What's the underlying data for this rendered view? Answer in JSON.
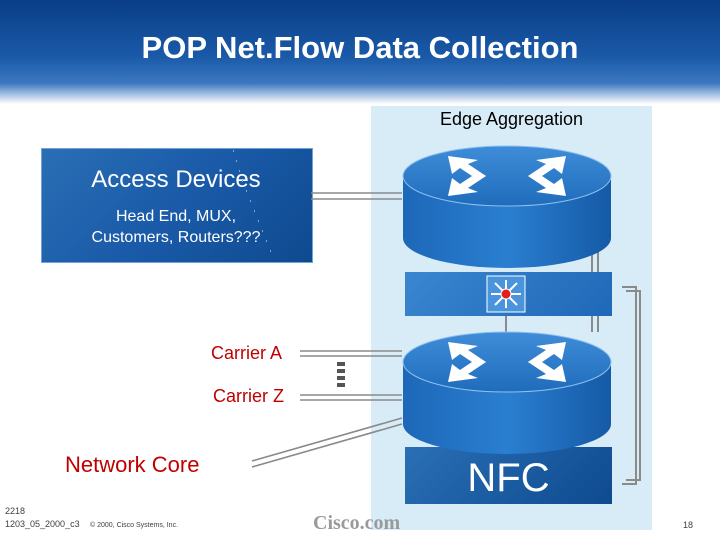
{
  "title": "POP Net.Flow Data Collection",
  "edge_aggregation": "Edge Aggregation",
  "access": {
    "title": "Access Devices",
    "line1": "Head End, MUX,",
    "line2": "Customers, Routers???"
  },
  "carrier_a": "Carrier A",
  "carrier_z": "Carrier Z",
  "network_core": "Network Core",
  "nfc": "NFC",
  "footer": {
    "code1": "2218",
    "code2": "1203_05_2000_c3",
    "copyright": "© 2000, Cisco Systems, Inc.",
    "brand": "Cisco.com",
    "page": "18"
  },
  "colors": {
    "header": "#1a5aa8",
    "red_label": "#c00000",
    "edge_panel": "#d8ecf8",
    "box_blue": "#1a5aa8"
  },
  "icons": [
    "router-icon",
    "router-icon",
    "switch-icon"
  ]
}
